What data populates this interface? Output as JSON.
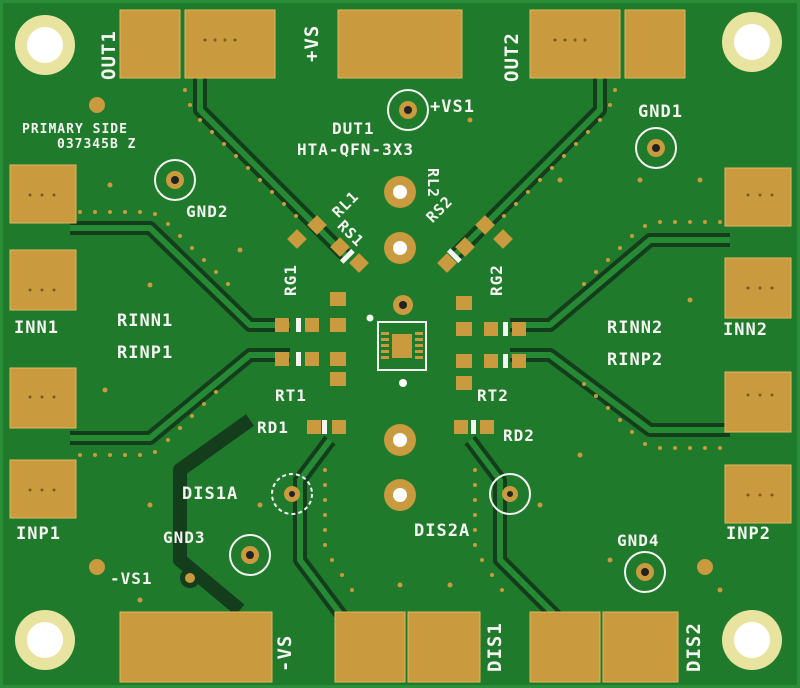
{
  "board": {
    "title": "PRIMARY SIDE",
    "part_number": "037345B Z",
    "device": "DUT1",
    "package": "HTA-QFN-3X3",
    "colors": {
      "solder_mask": "#1f7a2c",
      "trace_dark": "#143d1c",
      "pad_gold": "#c99a3e",
      "silkscreen": "#f4f4f0",
      "drill": "#ffffff"
    }
  },
  "connectors": {
    "out1": "OUT1",
    "vs_pos": "+VS",
    "out2": "OUT2",
    "inn1": "INN1",
    "inp1": "INP1",
    "inn2": "INN2",
    "inp2": "INP2",
    "vs_neg": "-VS",
    "dis1": "DIS1",
    "dis2": "DIS2"
  },
  "test_points": {
    "vs1_pos": "+VS1",
    "vs1_neg": "-VS1",
    "gnd1": "GND1",
    "gnd2": "GND2",
    "gnd3": "GND3",
    "gnd4": "GND4",
    "dis1a": "DIS1A",
    "dis2a": "DIS2A"
  },
  "components": {
    "rl1": "RL1",
    "rl2": "RL2",
    "rs1": "RS1",
    "rs2": "RS2",
    "rg1": "RG1",
    "rg2": "RG2",
    "rinn1": "RINN1",
    "rinp1": "RINP1",
    "rinn2": "RINN2",
    "rinp2": "RINP2",
    "rt1": "RT1",
    "rt2": "RT2",
    "rd1": "RD1",
    "rd2": "RD2"
  }
}
